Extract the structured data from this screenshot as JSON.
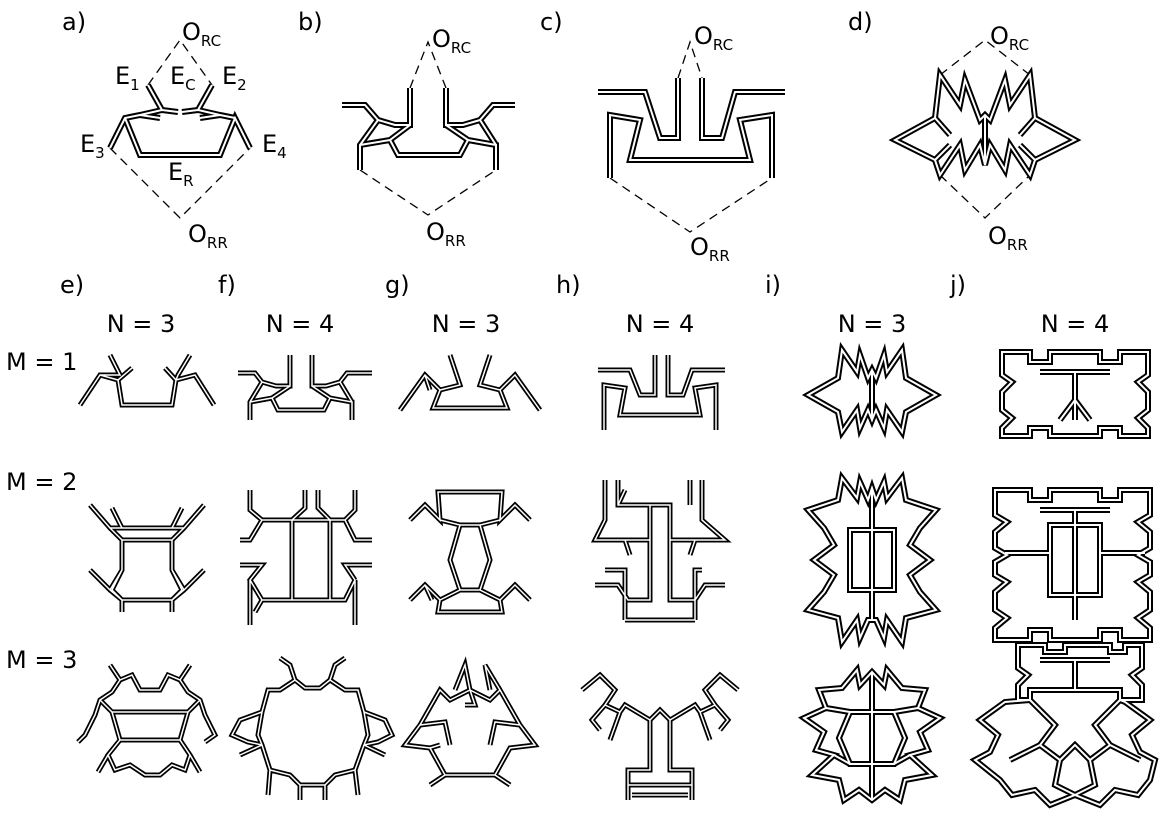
{
  "panels": {
    "a": "a)",
    "b": "b)",
    "c": "c)",
    "d": "d)",
    "e": "e)",
    "f": "f)",
    "g": "g)",
    "h": "h)",
    "i": "i)",
    "j": "j)"
  },
  "edge_labels": {
    "E1": "E",
    "E1_sub": "1",
    "E2": "E",
    "E2_sub": "2",
    "E3": "E",
    "E3_sub": "3",
    "E4": "E",
    "E4_sub": "4",
    "EC": "E",
    "EC_sub": "C",
    "ER": "E",
    "ER_sub": "R"
  },
  "origins": {
    "O": "O",
    "RC_sub": "RC",
    "RR_sub": "RR"
  },
  "column_headers": [
    "N = 3",
    "N = 4",
    "N = 3",
    "N = 4",
    "N = 3",
    "N = 4"
  ],
  "row_labels": [
    "M = 1",
    "M = 2",
    "M = 3"
  ],
  "colors": {
    "stroke": "#000000",
    "background": "#ffffff"
  }
}
